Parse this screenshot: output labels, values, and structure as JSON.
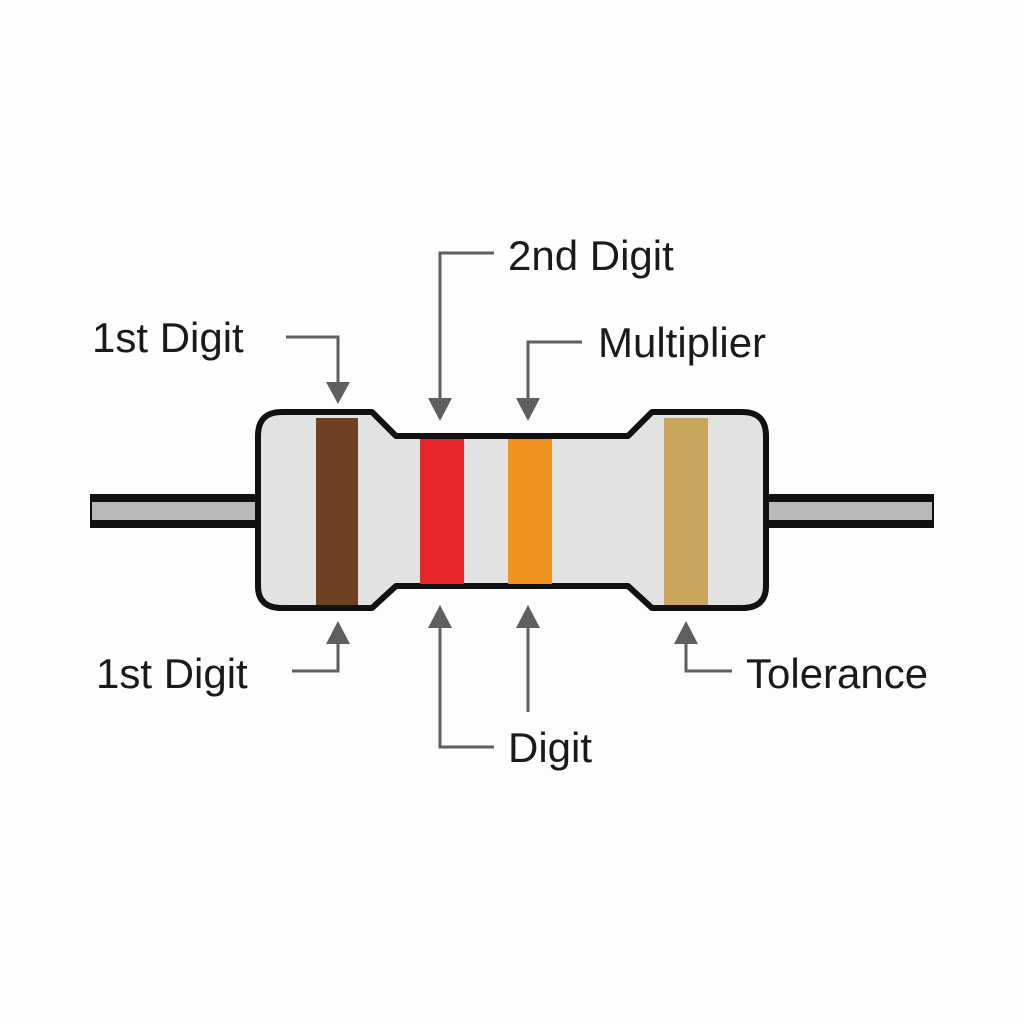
{
  "labels": {
    "top_second_digit": "2nd Digit",
    "top_first_digit": "1st Digit",
    "top_multiplier": "Multiplier",
    "bottom_first_digit": "1st Digit",
    "bottom_tolerance": "Tolerance",
    "bottom_digit": "Digit"
  },
  "colors": {
    "band_first": "#6e4220",
    "band_second": "#e5262a",
    "band_multiplier": "#f3931f",
    "band_tolerance": "#c9a55e",
    "body": "#e2e2e2",
    "outline": "#111111",
    "lead": "#b9b9b9",
    "leader": "#5f5f5f"
  }
}
